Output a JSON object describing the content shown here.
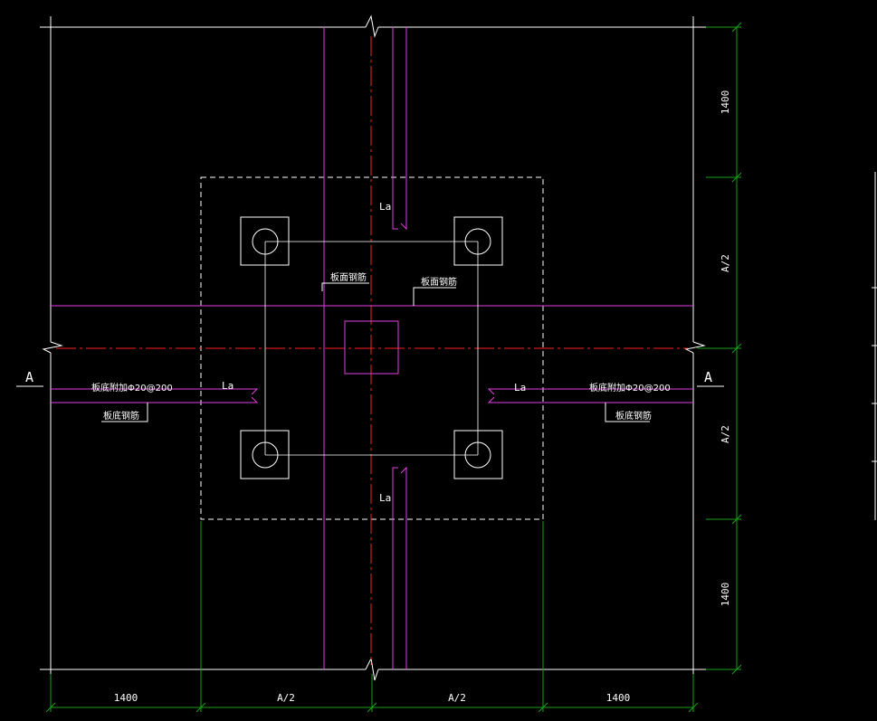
{
  "drawing": {
    "colors": {
      "background": "#000000",
      "outline": "#ffffff",
      "dimension": "#1aa01a",
      "axis": "#ff2020",
      "rebar": "#e040e0"
    },
    "section_marks": {
      "left": "A",
      "right": "A"
    },
    "rebar_labels": {
      "anchor_top": "La",
      "anchor_bottom": "La",
      "anchor_left": "La",
      "anchor_right": "La",
      "top_bar_1": "板面钢筋",
      "top_bar_2": "板面钢筋",
      "bottom_extra_left": "板底附加Φ20@200",
      "bottom_extra_right": "板底附加Φ20@200",
      "bottom_bar_left": "板底钢筋",
      "bottom_bar_right": "板底钢筋"
    },
    "dim_bottom": [
      "1400",
      "A/2",
      "A/2",
      "1400"
    ],
    "dim_right": [
      "1400",
      "A/2",
      "A/2",
      "1400"
    ]
  }
}
